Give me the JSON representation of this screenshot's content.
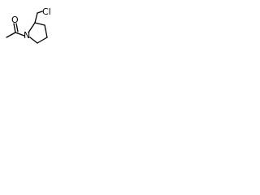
{
  "molecule": {
    "atoms": {
      "chlorine": "Cl",
      "nitrogen": "N",
      "oxygen": "O"
    },
    "colors": {
      "ink": "#000000",
      "background": "#ffffff"
    }
  }
}
